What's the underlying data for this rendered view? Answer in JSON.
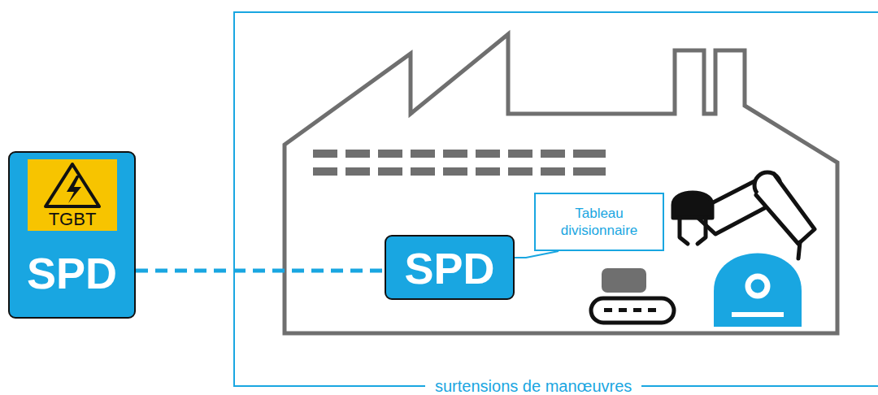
{
  "diagram": {
    "nodes": [
      {
        "text": [
          "SPD"
        ]
      },
      {
        "text": [
          "TGBT"
        ],
        "in": 0
      },
      {
        "text": [
          "surtensions de manœuvres"
        ]
      },
      {
        "text": [
          "SPD"
        ],
        "in": 2
      },
      {
        "text": [
          "Tableau divisionnaire"
        ],
        "in": 2
      }
    ],
    "edges": [
      {
        "from": 0,
        "to": 3,
        "arrow": "none"
      },
      {
        "from": 4,
        "to": 3,
        "arrow": "none"
      }
    ]
  }
}
